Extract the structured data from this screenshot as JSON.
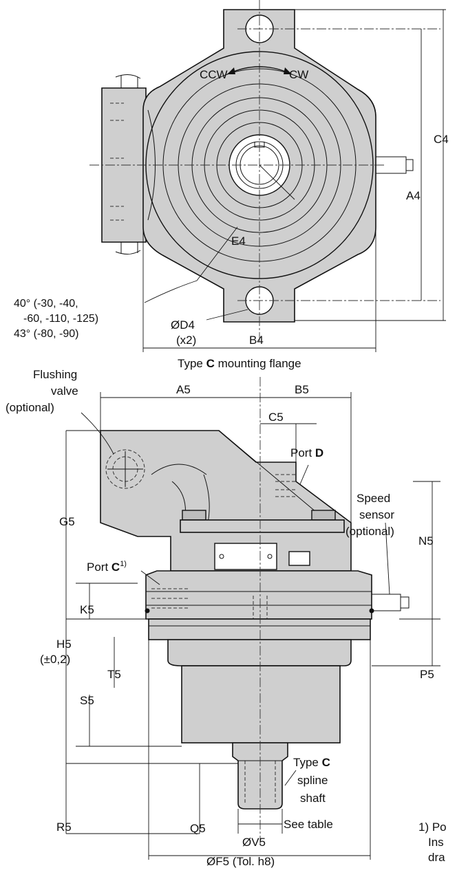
{
  "top_view": {
    "rotation_ccw": "CCW",
    "rotation_cw": "CW",
    "dim_c4": "C4",
    "dim_a4": "A4",
    "dim_e4": "E4",
    "angle_line1": "40° (-30, -40,",
    "angle_line2": "-60, -110, -125)",
    "angle_line3": "43° (-80, -90)",
    "dim_d4": "ØD4",
    "dim_d4_qty": "(x2)",
    "dim_b4": "B4",
    "caption_prefix": "Type ",
    "caption_bold": "C",
    "caption_suffix": " mounting flange"
  },
  "side_view": {
    "flushing_line1": "Flushing",
    "flushing_line2": "valve",
    "flushing_line3": "(optional)",
    "dim_a5": "A5",
    "dim_b5": "B5",
    "dim_c5": "C5",
    "port_d_prefix": "Port ",
    "port_d_bold": "D",
    "speed_line1": "Speed",
    "speed_line2": "sensor",
    "speed_line3": "(optional)",
    "dim_g5": "G5",
    "dim_n5": "N5",
    "port_c_prefix": "Port ",
    "port_c_bold": "C",
    "port_c_sup": "1)",
    "dim_k5": "K5",
    "dim_h5": "H5",
    "dim_h5_tol": "(±0,2)",
    "dim_t5": "T5",
    "dim_p5": "P5",
    "dim_s5": "S5",
    "shaft_line1_prefix": "Type ",
    "shaft_line1_bold": "C",
    "shaft_line2": "spline",
    "shaft_line3": "shaft",
    "dim_r5": "R5",
    "dim_q5": "Q5",
    "see_table": "See table",
    "dim_v5": "ØV5",
    "dim_f5": "ØF5 (Tol. h8)"
  },
  "footnote": {
    "line1": "1) Po",
    "line2": "Ins",
    "line3": "dra"
  }
}
